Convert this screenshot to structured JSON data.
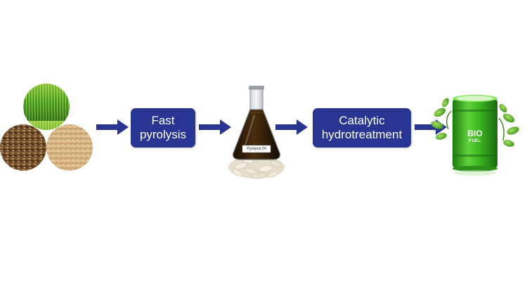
{
  "steps": {
    "fast_pyrolysis": [
      "Fast",
      "pyrolysis"
    ],
    "hydrotreatment": [
      "Catalytic",
      "hydrotreatment"
    ]
  },
  "flask_label": "Pyrolysis Oil",
  "barrel": {
    "line1": "BIO",
    "line2": "FUEL"
  },
  "colors": {
    "box": "#283593",
    "arrow": "#283593",
    "barrel": "#3cb521",
    "oil": "#2a1a08"
  },
  "icons": [
    "biomass-feedstock-icon",
    "flask-icon",
    "biofuel-barrel-icon",
    "arrow-right-icon"
  ]
}
